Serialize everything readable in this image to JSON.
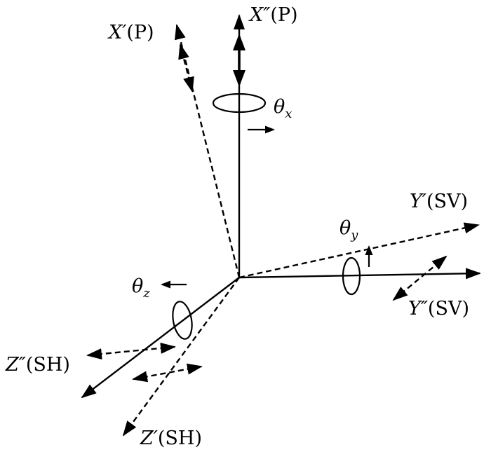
{
  "figure": {
    "background": "#ffffff",
    "ink": "#000000",
    "axes": {
      "x_double": {
        "symbol": "X″",
        "suffix": "(P)",
        "line": "solid"
      },
      "x_prime": {
        "symbol": "X′",
        "suffix": "(P)",
        "line": "dashed"
      },
      "y_prime": {
        "symbol": "Y′",
        "suffix": "(SV)",
        "line": "dashed"
      },
      "y_double": {
        "symbol": "Y″",
        "suffix": "(SV)",
        "line": "solid"
      },
      "z_double": {
        "symbol": "Z″",
        "suffix": "(SH)",
        "line": "solid"
      },
      "z_prime": {
        "symbol": "Z′",
        "suffix": "(SH)",
        "line": "dashed"
      }
    },
    "angles": {
      "theta_x": {
        "symbol": "θ",
        "sub": "x"
      },
      "theta_y": {
        "symbol": "θ",
        "sub": "y"
      },
      "theta_z": {
        "symbol": "θ",
        "sub": "z"
      }
    }
  }
}
